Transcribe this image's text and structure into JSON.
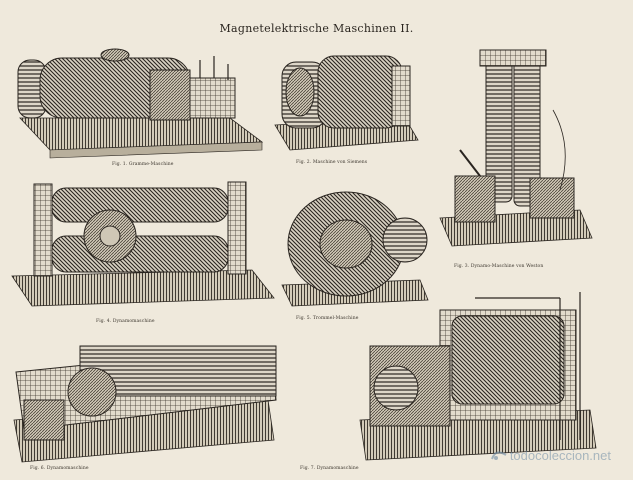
{
  "plate": {
    "title": "Magnetelektrische Maschinen II.",
    "colors": {
      "paper": "#efe9dc",
      "ink": "#2a2520",
      "watermark": "#6e8ca5"
    }
  },
  "captions": [
    {
      "id": "fig-1",
      "text": "Fig. 1. Gramme-Maschine"
    },
    {
      "id": "fig-2",
      "text": "Fig. 2. Maschine von Siemens"
    },
    {
      "id": "fig-3",
      "text": "Fig. 3. Dynamo-Maschine von Weston"
    },
    {
      "id": "fig-4",
      "text": "Fig. 4. Dynamomaschine"
    },
    {
      "id": "fig-5",
      "text": "Fig. 5. Trommel-Maschine"
    },
    {
      "id": "fig-6",
      "text": "Fig. 6. Dynamomaschine"
    },
    {
      "id": "fig-7",
      "text": "Fig. 7. Dynamomaschine"
    }
  ],
  "watermark": {
    "text": "todocoleccion.net",
    "icon": "todocoleccion-logo-icon"
  }
}
